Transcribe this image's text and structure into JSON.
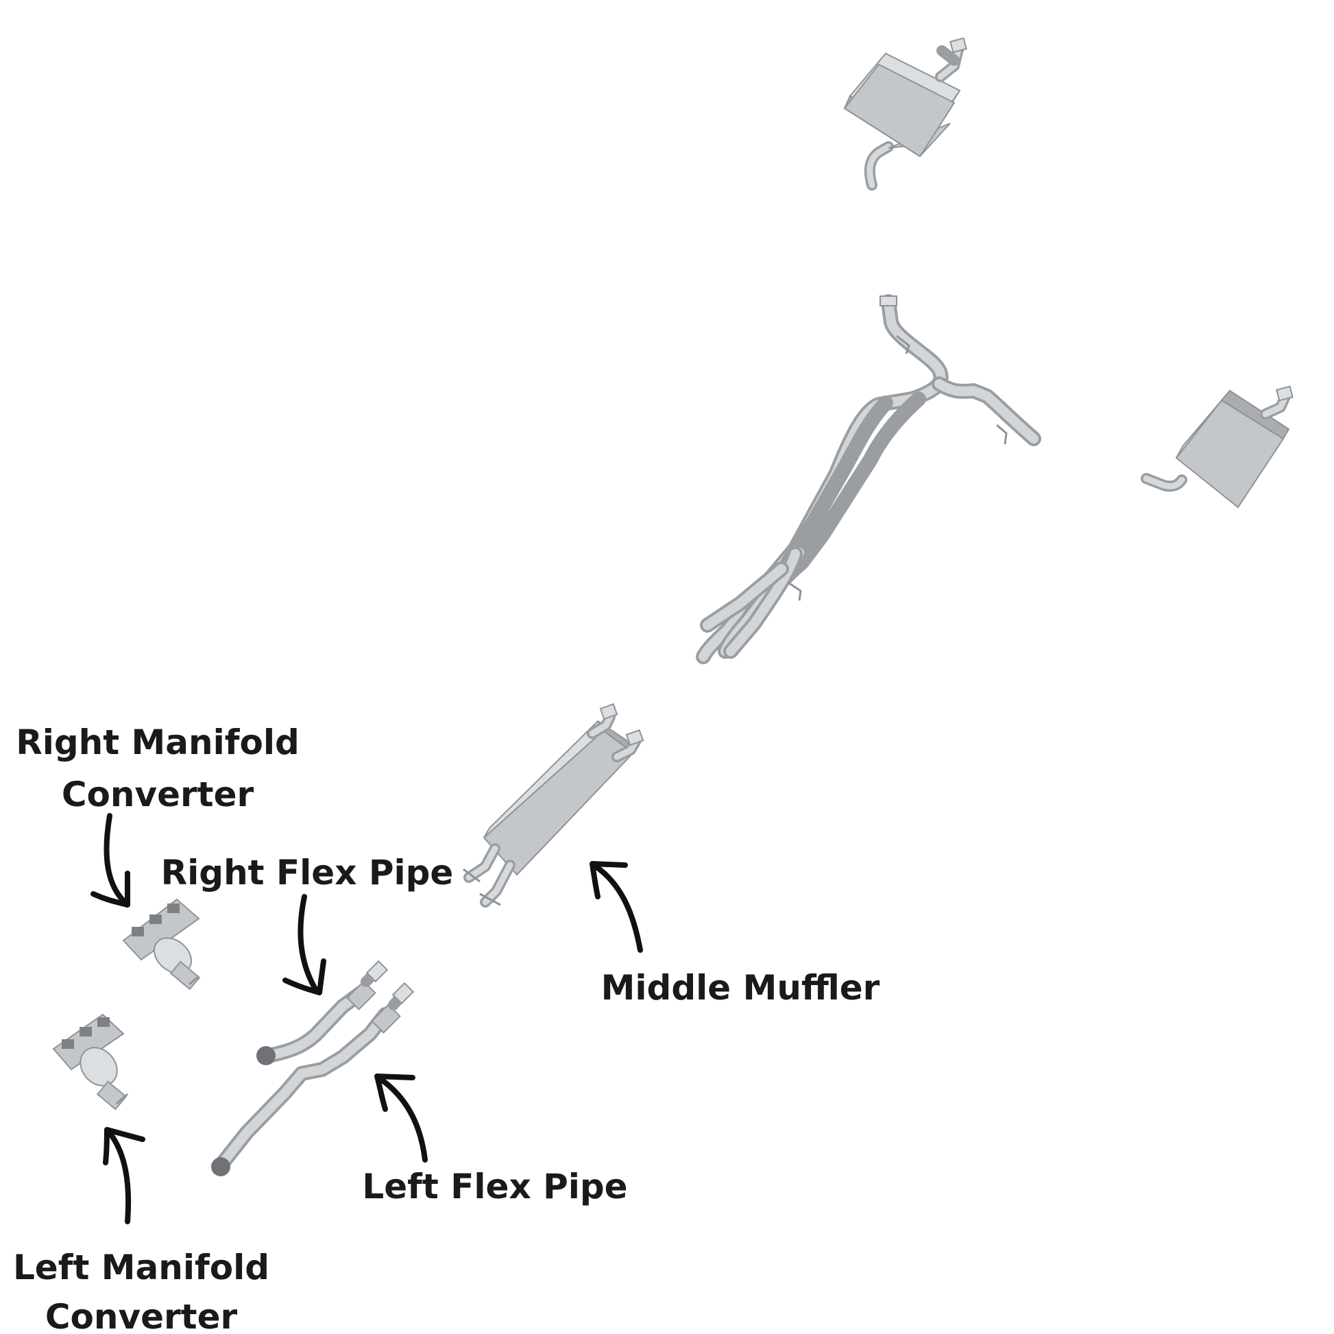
{
  "parts": {
    "right_manifold_converter": {
      "line1": "Right Manifold",
      "line2": "Converter"
    },
    "right_flex_pipe": {
      "label": "Right Flex Pipe"
    },
    "middle_muffler": {
      "label": "Middle Muffler"
    },
    "left_flex_pipe": {
      "label": "Left Flex Pipe"
    },
    "left_manifold_converter": {
      "line1": "Left Manifold",
      "line2": "Converter"
    }
  },
  "colors": {
    "text": "#1a1a1a",
    "arrow": "#111111",
    "metal_light": "#dcdfe1",
    "metal_mid": "#c4c7ca",
    "metal_dark": "#9a9ea3"
  }
}
